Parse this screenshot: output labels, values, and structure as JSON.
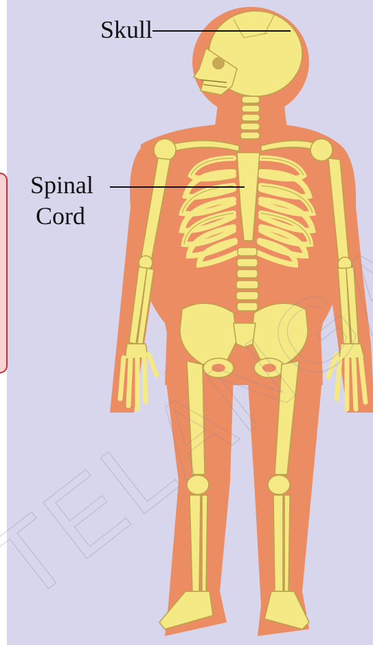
{
  "labels": {
    "skull": "Skull",
    "spinal_line1": "Spinal",
    "spinal_line2": "Cord"
  },
  "watermark": "TELANGANA",
  "colors": {
    "background": "#d7d6ec",
    "body": "#ec8c62",
    "bone": "#f5e985",
    "bone_stroke": "#b9a24a",
    "callout_border": "#d02b36",
    "callout_fill": "#f9d2d4",
    "leader_line": "#111111"
  }
}
